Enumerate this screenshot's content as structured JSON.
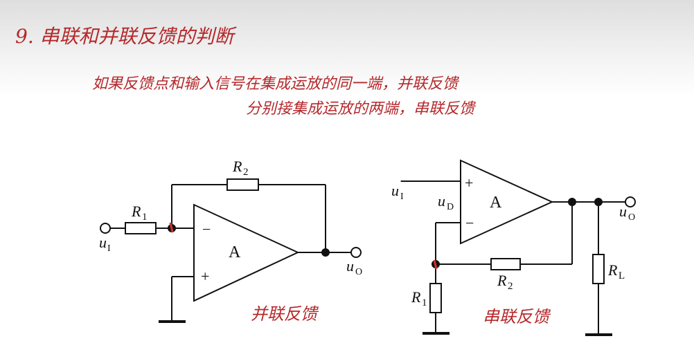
{
  "title": "9. 串联和并联反馈的判断",
  "notes": {
    "line1": "如果反馈点和输入信号在集成运放的同一端，并联反馈",
    "line2": "分别接集成运放的两端，串联反馈"
  },
  "left_circuit": {
    "r1": {
      "letter": "R",
      "sub": "1"
    },
    "r2": {
      "letter": "R",
      "sub": "2"
    },
    "opamp": "A",
    "minus": "−",
    "plus": "+",
    "input": {
      "letter": "u",
      "sub": "I"
    },
    "output": {
      "letter": "u",
      "sub": "O"
    },
    "caption": "并联反馈"
  },
  "right_circuit": {
    "input": {
      "letter": "u",
      "sub": "I"
    },
    "ud": {
      "letter": "u",
      "sub": "D"
    },
    "opamp": "A",
    "plus": "+",
    "minus": "−",
    "output": {
      "letter": "u",
      "sub": "O"
    },
    "r1": {
      "letter": "R",
      "sub": "1"
    },
    "r2": {
      "letter": "R",
      "sub": "2"
    },
    "rl": {
      "letter": "R",
      "sub": "L"
    },
    "caption": "串联反馈"
  },
  "colors": {
    "ink": "#111111",
    "annotation": "#b5282b"
  }
}
